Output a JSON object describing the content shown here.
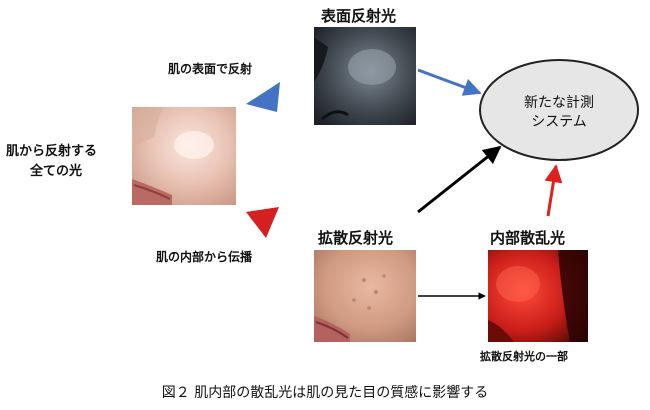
{
  "labels": {
    "incident_line1": "肌から反射する",
    "incident_line2": "全ての光",
    "surface_path": "肌の表面で反射",
    "internal_path": "肌の内部から伝播",
    "surface_reflection": "表面反射光",
    "diffuse_reflection": "拡散反射光",
    "internal_scatter": "内部散乱光",
    "diffuse_part": "拡散反射光の一部",
    "system_line1": "新たな計測",
    "system_line2": "システム",
    "caption": "図２ 肌内部の散乱光は肌の見た目の質感に影響する"
  },
  "colors": {
    "blue_arrow": "#4472c4",
    "red_arrow": "#e0201b",
    "black_arrow": "#000000",
    "ellipse_fill": "#e6e6e6",
    "blue_triangle": "#4472c4",
    "red_triangle": "#d42020"
  }
}
